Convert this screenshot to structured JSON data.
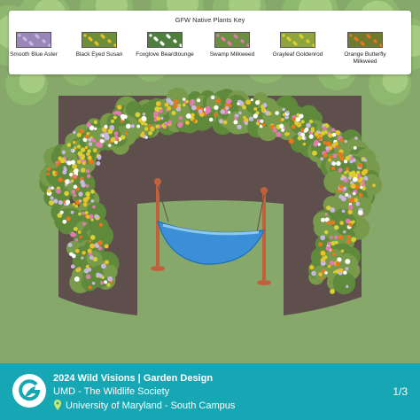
{
  "key": {
    "title": "GFW Native Plants Key",
    "items": [
      {
        "label": "Smooth Blue Aster",
        "color": "#9a86b8",
        "dot": "#c8b8e0"
      },
      {
        "label": "Black Eyed Susan",
        "color": "#6f8e3a",
        "dot": "#e8c228"
      },
      {
        "label": "Foxglove Beardtounge",
        "color": "#4f7f3c",
        "dot": "#ffffff"
      },
      {
        "label": "Swamp Milkweed",
        "color": "#6b8e43",
        "dot": "#e27bb0"
      },
      {
        "label": "Grayleaf Goldenrod",
        "color": "#8fa43c",
        "dot": "#d9d032"
      },
      {
        "label": "Orange Butterfly Milkweed",
        "color": "#6f7a2e",
        "dot": "#e8781c"
      }
    ]
  },
  "colors": {
    "grass": "#86a86a",
    "soil": "#5e4f4c",
    "tree": "#8fb870",
    "hammock": "#3a8fd6",
    "stand": "#c0603c",
    "footer": "#17a6b4"
  },
  "footer": {
    "title": "2024 Wild Visions | Garden Design",
    "subtitle": "UMD - The Wildlife Society",
    "location": "University of Maryland - South Campus",
    "page": "1/3",
    "logo_icon": "gfw-logo-icon",
    "location_icon": "map-pin-icon"
  }
}
